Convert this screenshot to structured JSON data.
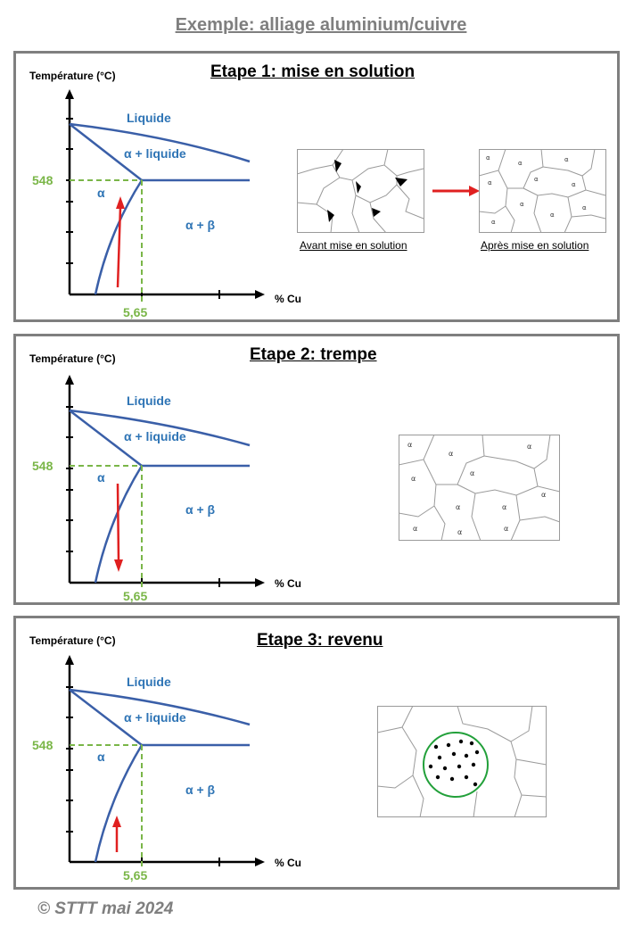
{
  "page_title": "Exemple: alliage aluminium/cuivre",
  "copyright": "© STTT mai 2024",
  "common": {
    "y_axis_label": "Température (°C)",
    "x_axis_label": "% Cu",
    "temperature_value": "548",
    "composition_value": "5,65",
    "phase_liquid": "Liquide",
    "phase_alpha_liquid": "α + liquide",
    "phase_alpha": "α",
    "phase_alpha_beta": "α + β",
    "grain_symbol": "α"
  },
  "steps": [
    {
      "title": "Etape 1: mise en solution",
      "caption_before": "Avant mise en solution",
      "caption_after": "Après mise en solution"
    },
    {
      "title": "Etape 2: trempe"
    },
    {
      "title": "Etape 3: revenu"
    }
  ],
  "colors": {
    "phase_line": "#3a5fa8",
    "guide_line": "#7ab648",
    "arrow": "#e02020",
    "highlight_circle": "#22a03a",
    "frame": "#7f7f7f"
  }
}
